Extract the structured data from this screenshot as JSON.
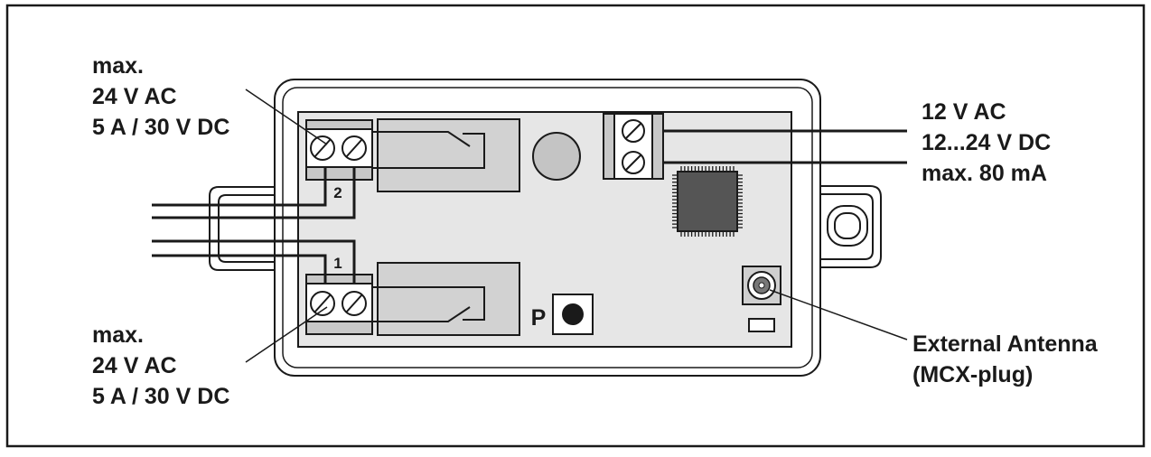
{
  "relay_top": {
    "label_lines": [
      "max.",
      "24 V AC",
      "5 A / 30 V DC"
    ],
    "terminal_number": "2"
  },
  "relay_bottom": {
    "label_lines": [
      "max.",
      "24 V AC",
      "5 A / 30 V DC"
    ],
    "terminal_number": "1"
  },
  "power": {
    "label_lines": [
      "12 V AC",
      "12...24 V DC",
      "max. 80 mA"
    ]
  },
  "antenna": {
    "label_lines": [
      "External Antenna",
      "(MCX-plug)"
    ]
  },
  "button": {
    "label": "P"
  },
  "colors": {
    "board": "#e6e6e6",
    "relay": "#d2d2d2",
    "terminal": "#c8c8c8",
    "chip": "#555555",
    "line": "#1a1a1a"
  }
}
